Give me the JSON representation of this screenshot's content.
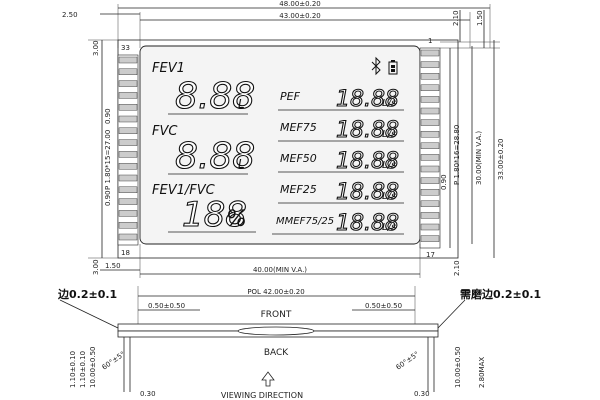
{
  "dims": {
    "top_overall": "48.00±0.20",
    "top_inner": "43.00±0.20",
    "left_offset": "2.50",
    "top_right_a": "2.10",
    "top_right_b": "1.50",
    "left_top": "3.00",
    "pitch_left": "P 1.80*15=27.00",
    "left_090a": "0.90",
    "left_090b": "0.90",
    "left_bottom": "3.00",
    "right_090": "0.90",
    "pitch_right": "P 1.80*16=28.80",
    "right_va": "30.00(MIN V.A.)",
    "right_overall": "33.00±0.20",
    "right_bottom": "2.10",
    "bottom_left": "1.50",
    "bottom_va": "40.00(MIN V.A.)",
    "pol": "POL 42.00±0.20",
    "pol_offset_left": "0.50±0.50",
    "pol_offset_right": "0.50±0.50",
    "side_1": "1.10±0.10",
    "side_2": "1.10±0.10",
    "side_3": "10.00±0.50",
    "side_right_1": "10.00±0.50",
    "side_right_2": "2.80MAX",
    "angle_left": "60°±5°",
    "angle_right": "60°±5°",
    "bottom_030_left": "0.30",
    "bottom_030_right": "0.30"
  },
  "pins": {
    "p33": "33",
    "p1": "1",
    "p18": "18",
    "p17": "17"
  },
  "notes": {
    "left": "边0.2±0.1",
    "right": "需磨边0.2±0.1"
  },
  "lcd": {
    "fev1": "FEV1",
    "fvc": "FVC",
    "ratio": "FEV1/FVC",
    "digits_fev1": "8.88",
    "digits_fvc": "8.88",
    "digits_ratio": "188",
    "unit_l1": "L",
    "unit_l2": "L",
    "unit_pct": "%",
    "pef": "PEF",
    "mef75": "MEF75",
    "mef50": "MEF50",
    "mef25": "MEF25",
    "mmef": "MMEF75/25",
    "rd1": "18.88",
    "rd2": "18.88",
    "rd3": "18.88",
    "rd4": "18.88",
    "rd5": "18.88",
    "ru1": "L/s",
    "ru2": "L/s",
    "ru3": "L/s",
    "ru4": "L/s",
    "ru5": "L/s"
  },
  "side_view": {
    "front": "FRONT",
    "back": "BACK",
    "viewing": "VIEWING DIRECTION"
  },
  "colors": {
    "line": "#222222",
    "panel": "#f2f2f2"
  }
}
